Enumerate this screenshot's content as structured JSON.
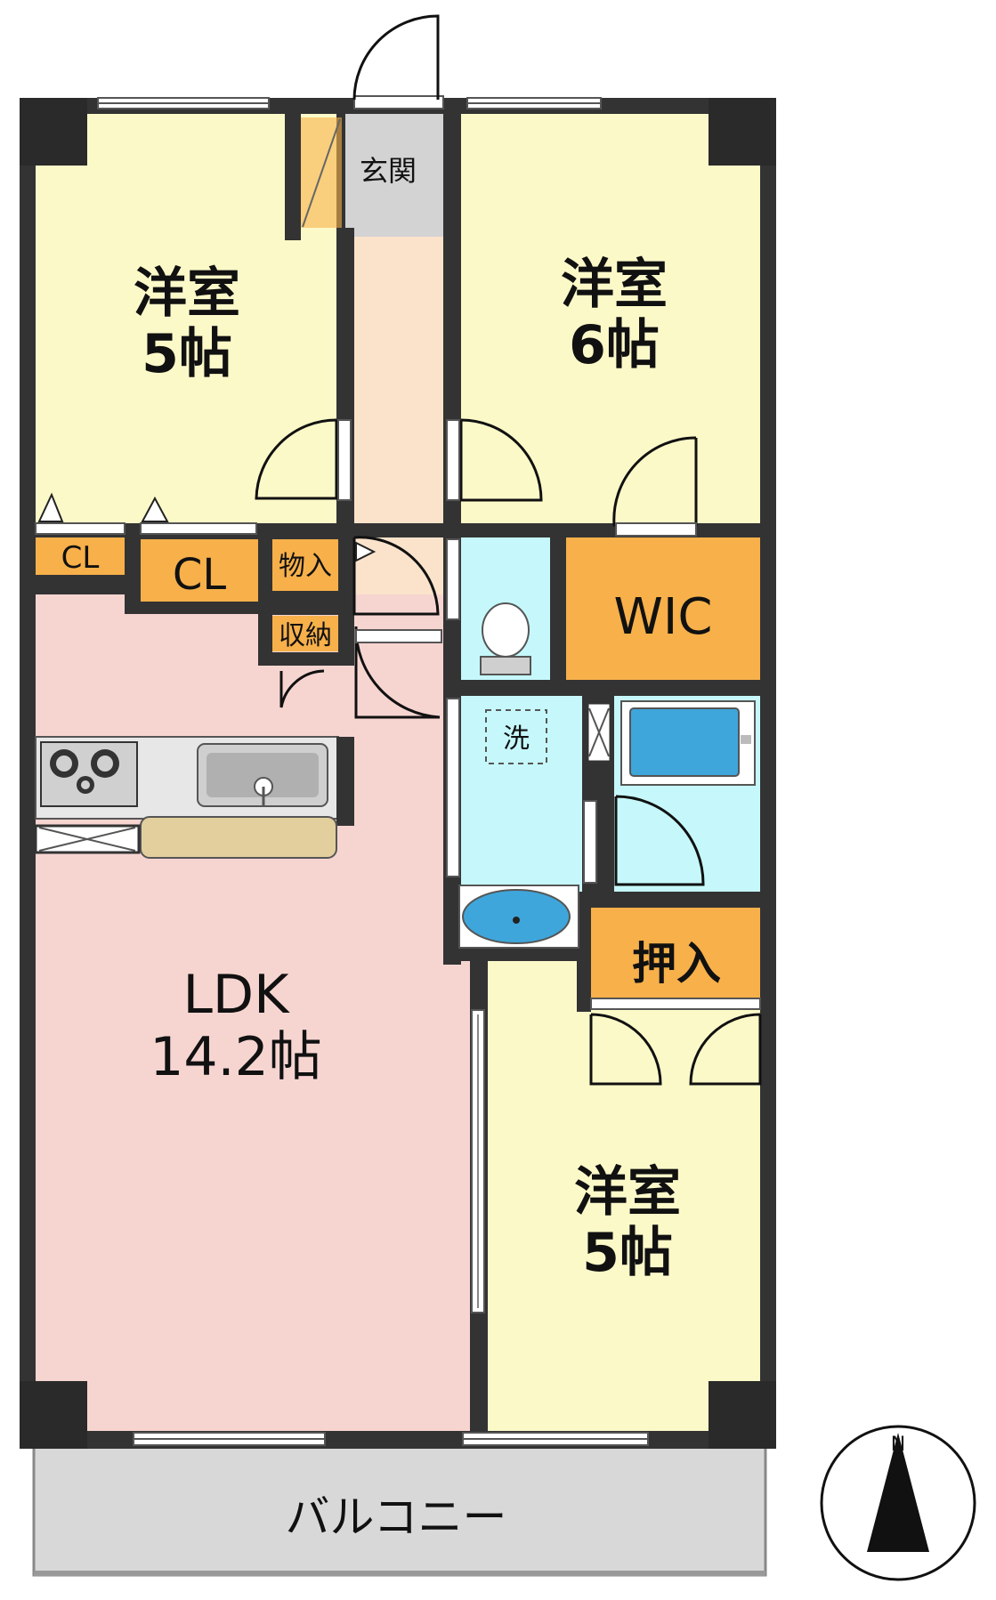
{
  "colors": {
    "wall": "#333333",
    "bedroom": "#fcf9c9",
    "ldk": "#f6d5d1",
    "corridor": "#fbe3cb",
    "entrance": "#d3d3d3",
    "wet": "#c6f8fb",
    "storage": "#f7b04a",
    "balcony": "#d8d8d8",
    "counter": "#e2cf9d",
    "tub": "#3ea6db"
  },
  "rooms": {
    "bedroom_nw": {
      "name": "洋室",
      "size": "5帖"
    },
    "bedroom_ne": {
      "name": "洋室",
      "size": "6帖"
    },
    "bedroom_se": {
      "name": "洋室",
      "size": "5帖"
    },
    "ldk": {
      "name": "LDK",
      "size": "14.2帖"
    },
    "entrance": "玄関",
    "balcony": "バルコニー"
  },
  "storage": {
    "cl_small": "CL",
    "cl_large": "CL",
    "monoire": "物入",
    "shuno": "収納",
    "wic": "WIC",
    "oshiire": "押入",
    "washer": "洗"
  },
  "compass": {
    "north_label": "N"
  }
}
